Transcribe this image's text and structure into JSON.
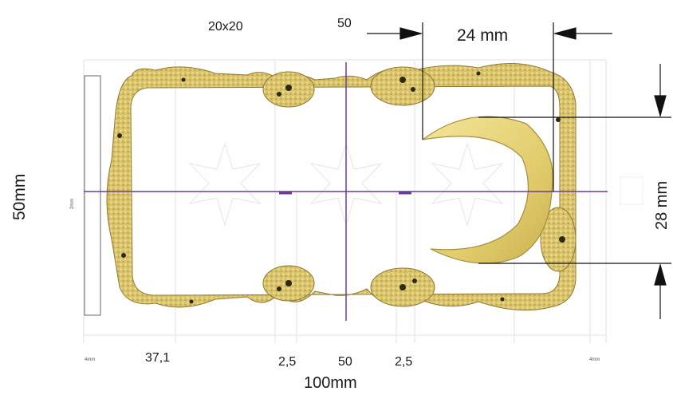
{
  "labels": {
    "size_20x20": "20x20",
    "top_50": "50",
    "crescent_width": "24 mm",
    "crescent_height": "28 mm",
    "total_height": "50mm",
    "total_width": "100mm",
    "side_margin_left": "2mm",
    "margin_left": "4mm",
    "margin_right": "4mm",
    "dim_37_1": "37,1",
    "dim_2_5_left": "2,5",
    "dim_50_bottom": "50",
    "dim_2_5_right": "2,5"
  },
  "colors": {
    "floral_gold": "#d8c46a",
    "floral_dark": "#3a3318",
    "crescent_gold": "#e8d47a",
    "center_line": "#6a3d9a",
    "dimension_line": "#111111",
    "guide_line": "#dddddd"
  }
}
